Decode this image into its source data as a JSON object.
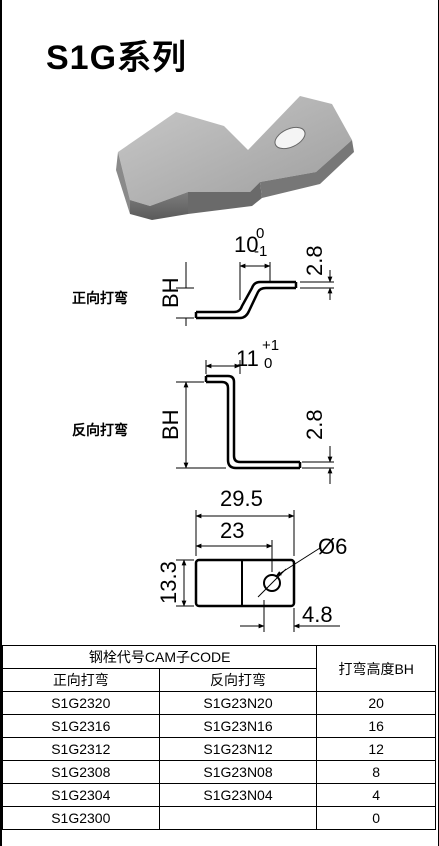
{
  "title": "S1G系列",
  "diagrams": {
    "forward": {
      "label": "正向打弯",
      "dim_bh": "BH",
      "dim_top_main": "10",
      "dim_top_sup": "0",
      "dim_top_sub": "-1",
      "dim_side": "2.8"
    },
    "reverse": {
      "label": "反向打弯",
      "dim_bh": "BH",
      "dim_top_main": "11",
      "dim_top_sup": "+1",
      "dim_top_sub": "0",
      "dim_side": "2.8"
    },
    "plan": {
      "dim_overall": "29.5",
      "dim_hole_center": "23",
      "dim_hole": "Ø6",
      "dim_height": "13.3",
      "dim_bottom": "4.8"
    }
  },
  "table": {
    "group_header": "钢栓代号CAM子CODE",
    "col_forward": "正向打弯",
    "col_reverse": "反向打弯",
    "col_bh": "打弯高度BH",
    "rows": [
      {
        "forward": "S1G2320",
        "reverse": "S1G23N20",
        "bh": "20"
      },
      {
        "forward": "S1G2316",
        "reverse": "S1G23N16",
        "bh": "16"
      },
      {
        "forward": "S1G2312",
        "reverse": "S1G23N12",
        "bh": "12"
      },
      {
        "forward": "S1G2308",
        "reverse": "S1G23N08",
        "bh": "8"
      },
      {
        "forward": "S1G2304",
        "reverse": "S1G23N04",
        "bh": "4"
      },
      {
        "forward": "S1G2300",
        "reverse": "",
        "bh": "0"
      }
    ]
  }
}
